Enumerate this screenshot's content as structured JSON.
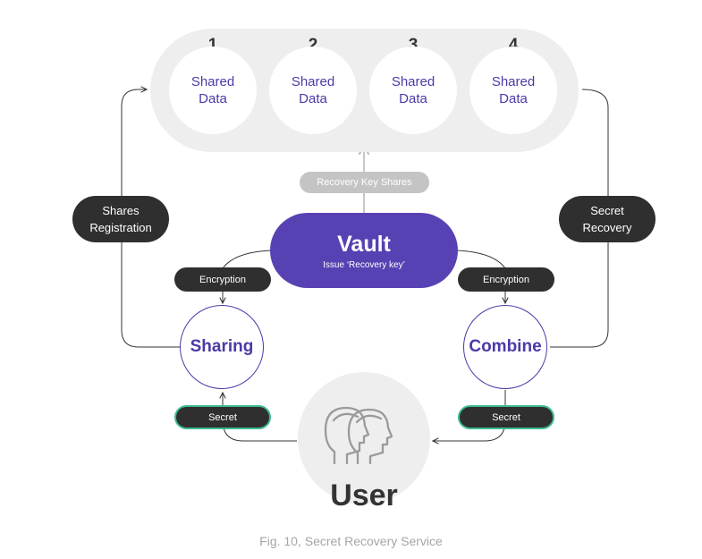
{
  "shares": [
    {
      "number": "1",
      "label_line1": "Shared",
      "label_line2": "Data"
    },
    {
      "number": "2",
      "label_line1": "Shared",
      "label_line2": "Data"
    },
    {
      "number": "3",
      "label_line1": "Shared",
      "label_line2": "Data"
    },
    {
      "number": "4",
      "label_line1": "Shared",
      "label_line2": "Data"
    }
  ],
  "recovery_key_shares_label": "Recovery Key Shares",
  "shares_registration": {
    "line1": "Shares",
    "line2": "Registration"
  },
  "secret_recovery": {
    "line1": "Secret",
    "line2": "Recovery"
  },
  "vault": {
    "title": "Vault",
    "subtitle": "Issue ‘Recovery key’"
  },
  "encryption_left": "Encryption",
  "encryption_right": "Encryption",
  "sharing_label": "Sharing",
  "combine_label": "Combine",
  "secret_left": "Secret",
  "secret_right": "Secret",
  "user_label": "User",
  "user_icon": "user-group-icon",
  "caption": "Fig. 10, Secret Recovery Service",
  "colors": {
    "primary_purple": "#5841b2",
    "text_purple": "#4a3aa8",
    "dark_pill": "#2f2f2f",
    "accent_green": "#3dbd8f",
    "light_gray": "#eeeeee",
    "mid_gray": "#c4c4c4",
    "caption_gray": "#a6a6a6"
  }
}
